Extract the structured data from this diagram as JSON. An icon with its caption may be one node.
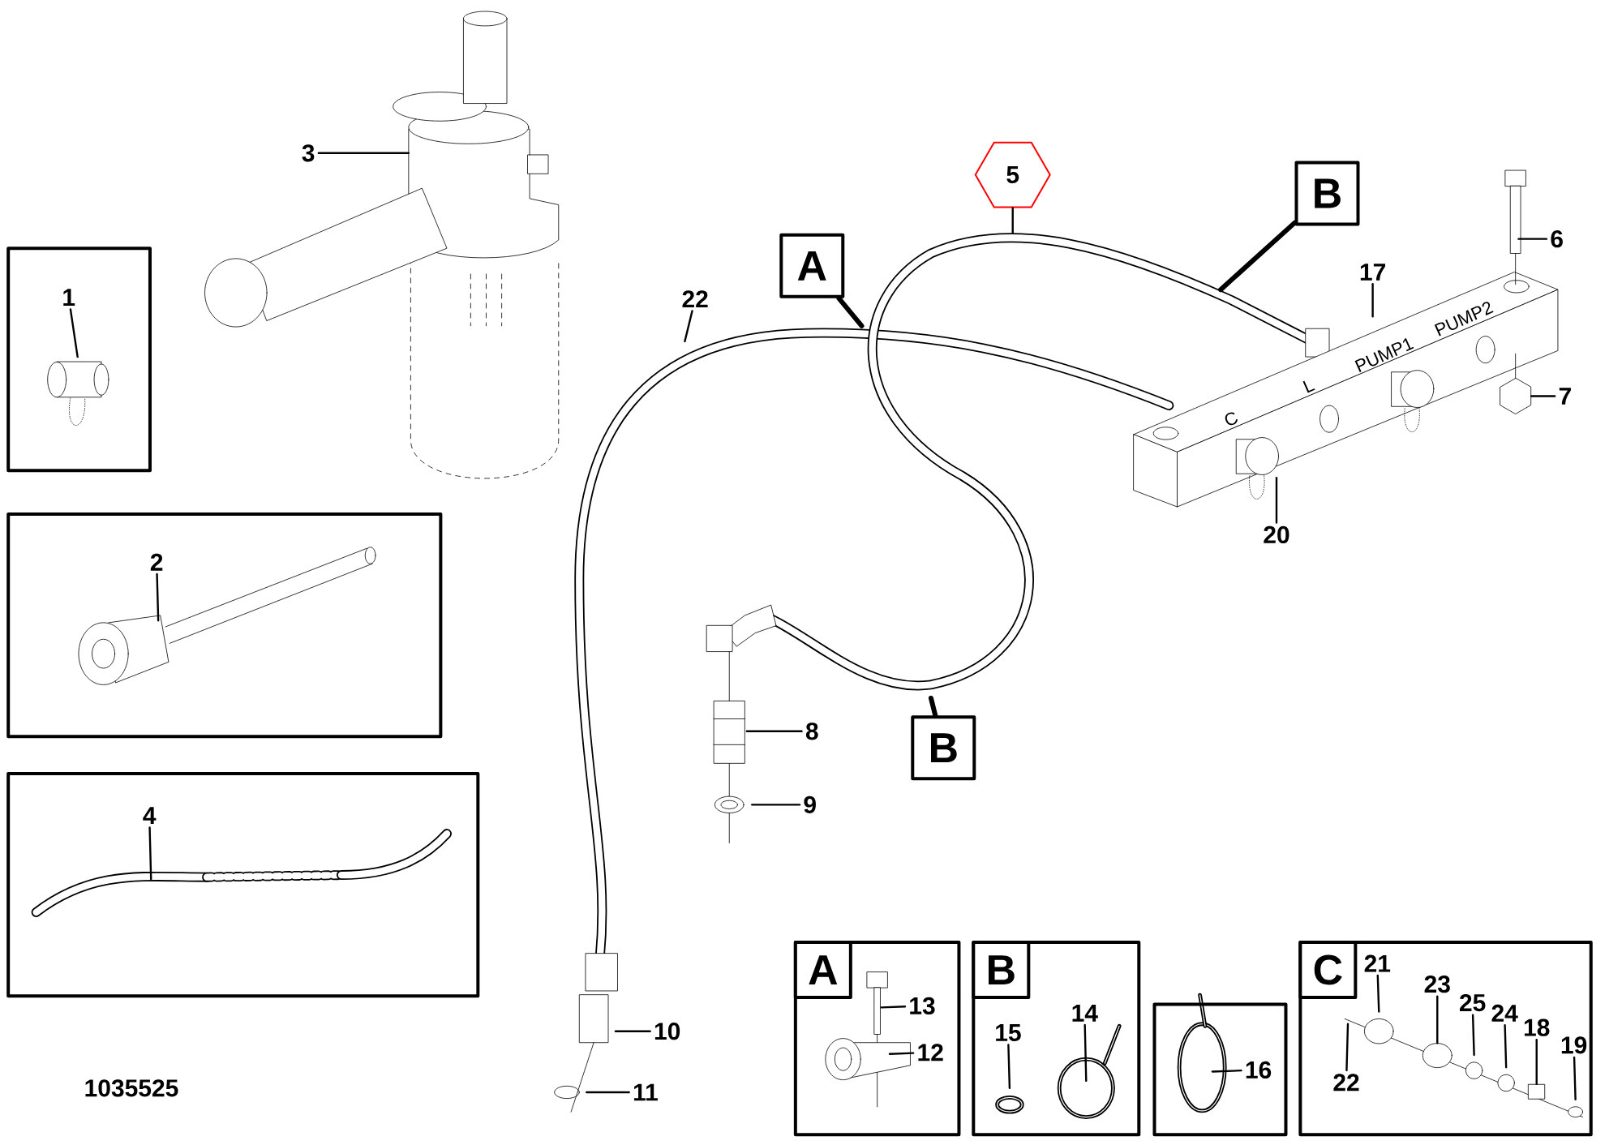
{
  "diagram": {
    "nodes": [
      {
        "text": [
          "3"
        ]
      },
      {
        "text": [
          "5"
        ]
      },
      {
        "text": [
          "B"
        ]
      },
      {
        "text": [
          "6"
        ]
      },
      {
        "text": [],
        "shape": "box"
      },
      {
        "text": [
          "1"
        ],
        "in": 4
      },
      {
        "text": [
          "A"
        ]
      },
      {
        "text": [
          "17"
        ]
      },
      {
        "text": [
          "22"
        ]
      },
      {
        "text": [
          "7"
        ]
      },
      {
        "text": [],
        "shape": "box"
      },
      {
        "text": [
          "2"
        ],
        "in": 10
      },
      {
        "text": [
          "20"
        ]
      },
      {
        "text": [
          "8"
        ]
      },
      {
        "text": [
          "B"
        ]
      },
      {
        "text": [
          "9"
        ]
      },
      {
        "text": [],
        "shape": "box"
      },
      {
        "text": [
          "4"
        ],
        "in": 16
      },
      {
        "text": [
          "A"
        ]
      },
      {
        "text": [
          "13"
        ],
        "in": 18
      },
      {
        "text": [
          "12"
        ],
        "in": 18
      },
      {
        "text": [
          "B"
        ]
      },
      {
        "text": [
          "14"
        ],
        "in": 21
      },
      {
        "text": [
          "15"
        ],
        "in": 21
      },
      {
        "text": [],
        "shape": "box"
      },
      {
        "text": [
          "16"
        ],
        "in": 24
      },
      {
        "text": [
          "C"
        ]
      },
      {
        "text": [
          "21"
        ],
        "in": 26
      },
      {
        "text": [
          "23"
        ],
        "in": 26
      },
      {
        "text": [
          "25"
        ],
        "in": 26
      },
      {
        "text": [
          "24"
        ],
        "in": 26
      },
      {
        "text": [
          "18"
        ],
        "in": 26
      },
      {
        "text": [
          "19"
        ],
        "in": 26
      },
      {
        "text": [
          "22"
        ],
        "in": 26
      },
      {
        "text": [
          "10"
        ]
      },
      {
        "text": [
          "11"
        ]
      },
      {
        "text": [],
        "shape": "picture"
      },
      {
        "text": [],
        "shape": "circle",
        "in": 26
      },
      {
        "text": [],
        "shape": "box",
        "in": 26
      }
    ],
    "edges": [
      {
        "from": 0,
        "to": null,
        "arrow": "none"
      },
      {
        "from": 1,
        "to": null,
        "arrow": "none"
      },
      {
        "from": 2,
        "to": null,
        "arrow": "none",
        "style": "thick"
      },
      {
        "from": 3,
        "to": null,
        "arrow": "none"
      },
      {
        "from": 5,
        "to": null,
        "arrow": "none"
      },
      {
        "from": 6,
        "to": null,
        "arrow": "none",
        "style": "thick"
      },
      {
        "from": 7,
        "to": null,
        "arrow": "none"
      },
      {
        "from": 8,
        "to": null,
        "arrow": "none"
      },
      {
        "from": 9,
        "to": 36,
        "arrow": "none"
      },
      {
        "from": 11,
        "to": null,
        "arrow": "none"
      },
      {
        "from": 12,
        "to": null,
        "arrow": "none"
      },
      {
        "from": 13,
        "to": null,
        "arrow": "none"
      },
      {
        "from": 14,
        "to": null,
        "arrow": "none",
        "style": "thick"
      },
      {
        "from": 15,
        "to": null,
        "arrow": "none"
      },
      {
        "from": 17,
        "to": null,
        "arrow": "none"
      },
      {
        "from": 19,
        "to": null,
        "arrow": "none"
      },
      {
        "from": 20,
        "to": null,
        "arrow": "none"
      },
      {
        "from": 22,
        "to": null,
        "arrow": "none"
      },
      {
        "from": 23,
        "to": null,
        "arrow": "none"
      },
      {
        "from": 25,
        "to": null,
        "arrow": "none"
      },
      {
        "from": 27,
        "to": null,
        "arrow": "none"
      },
      {
        "from": 28,
        "to": 37,
        "arrow": "none"
      },
      {
        "from": 29,
        "to": null,
        "arrow": "none"
      },
      {
        "from": 30,
        "to": null,
        "arrow": "none"
      },
      {
        "from": 31,
        "to": 38,
        "arrow": "none"
      },
      {
        "from": 32,
        "to": null,
        "arrow": "none"
      },
      {
        "from": 33,
        "to": null,
        "arrow": "none"
      },
      {
        "from": 34,
        "to": null,
        "arrow": "none"
      },
      {
        "from": 35,
        "to": null,
        "arrow": "none"
      }
    ],
    "labels": [
      "C",
      "L",
      "PUMP1",
      "PUMP2",
      "1035525"
    ]
  }
}
